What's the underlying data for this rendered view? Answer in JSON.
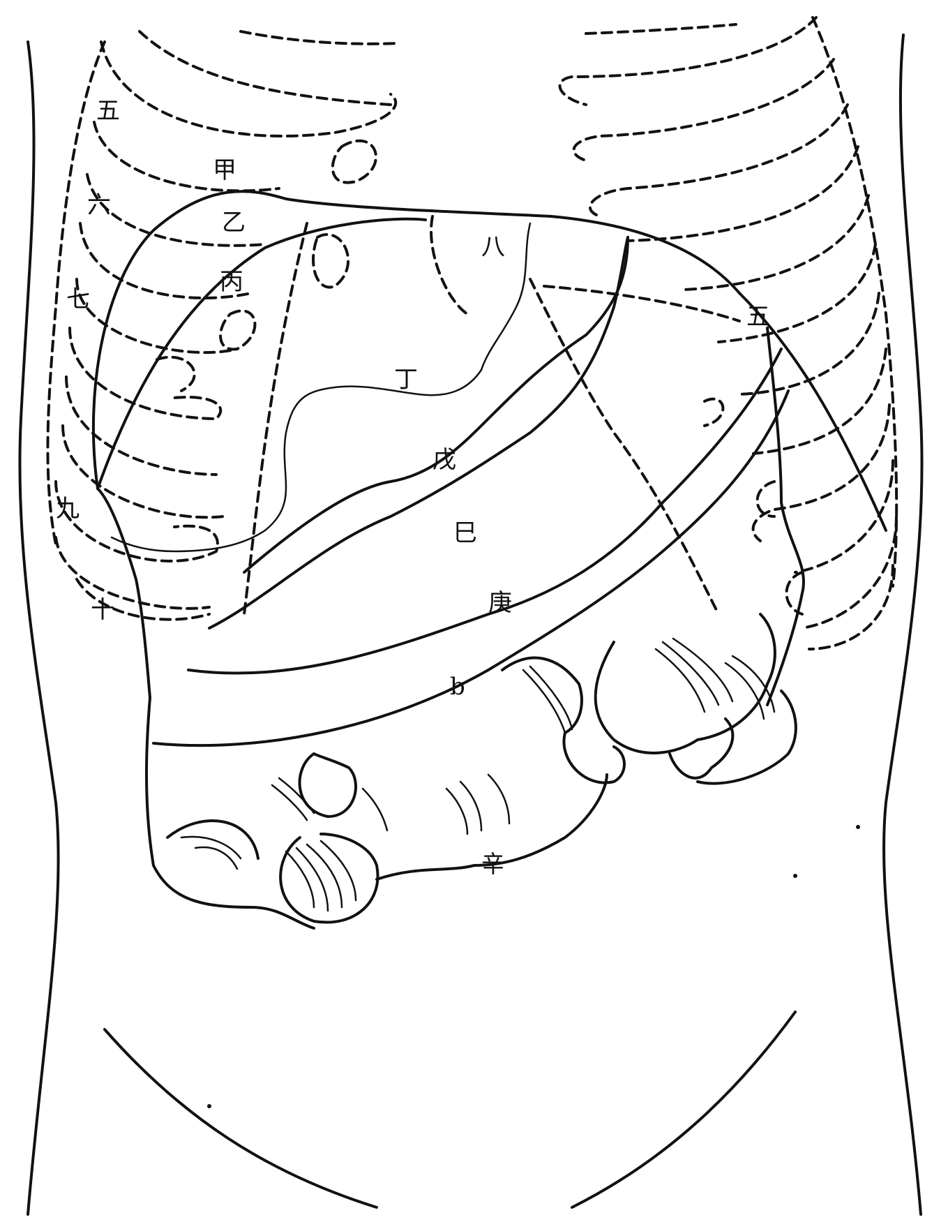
{
  "labels": {
    "wu": "五",
    "jia": "甲",
    "liu": "六",
    "yi": "乙",
    "bing": "丙",
    "qi": "七",
    "ding": "丁",
    "ba": "八",
    "wu2": "戊",
    "si": "巳",
    "geng": "庚",
    "b": "b",
    "jiu": "九",
    "shi": "十",
    "xin": "辛",
    "wei_right": "五"
  },
  "colors": {
    "ink": "#111111",
    "paper": "#ffffff"
  }
}
